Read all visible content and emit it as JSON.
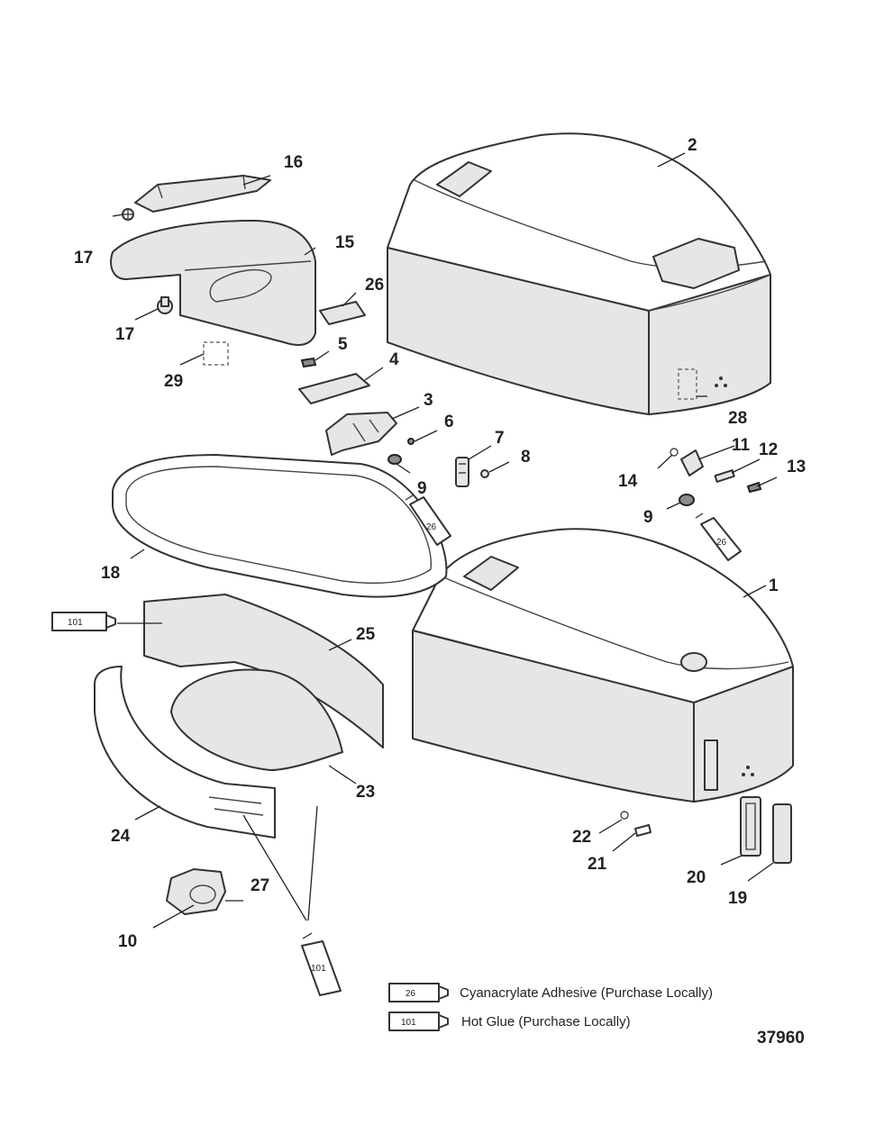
{
  "callouts": {
    "c1": "1",
    "c2": "2",
    "c3": "3",
    "c4": "4",
    "c5": "5",
    "c6": "6",
    "c7": "7",
    "c8": "8",
    "c9a": "9",
    "c9b": "9",
    "c10": "10",
    "c11": "11",
    "c12": "12",
    "c13": "13",
    "c14": "14",
    "c15": "15",
    "c16": "16",
    "c17a": "17",
    "c17b": "17",
    "c18": "18",
    "c19": "19",
    "c20": "20",
    "c21": "21",
    "c22": "22",
    "c23": "23",
    "c24": "24",
    "c25": "25",
    "c26": "26",
    "c27": "27",
    "c28": "28",
    "c29": "29"
  },
  "tubes": {
    "t26a": "26",
    "t26b": "26",
    "t101a": "101",
    "t101b": "101",
    "legend26": "26",
    "legend101": "101"
  },
  "legend": {
    "adhesive": "Cyanacrylate Adhesive (Purchase Locally)",
    "hotglue": "Hot Glue (Purchase Locally)"
  },
  "figure_number": "37960"
}
